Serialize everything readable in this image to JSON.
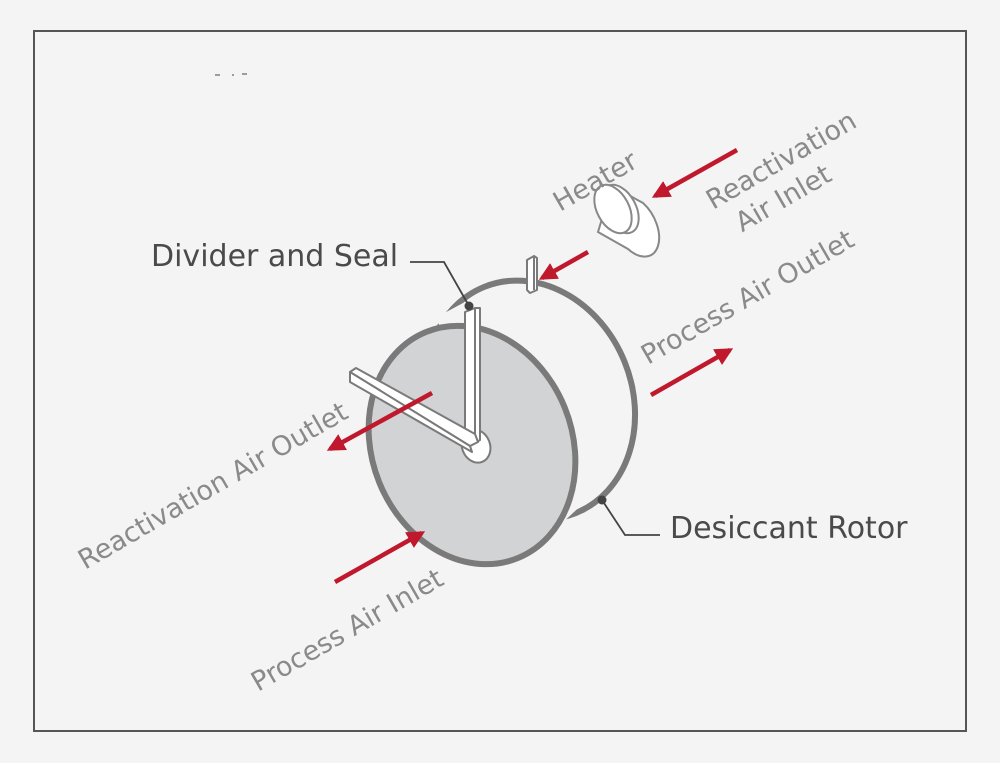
{
  "diagram": {
    "labels": {
      "divider_and_seal": "Divider and Seal",
      "desiccant_rotor": "Desiccant Rotor",
      "heater": "Heater",
      "reactivation_air_inlet_line1": "Reactivation",
      "reactivation_air_inlet_line2": "Air Inlet",
      "process_air_outlet": "Process Air Outlet",
      "reactivation_air_outlet": "Reactivation Air Outlet",
      "process_air_inlet": "Process Air Inlet"
    },
    "colors": {
      "background": "#f4f4f4",
      "frame": "#555555",
      "rotor_edge": "#7a7a7a",
      "rotor_face": "#d2d3d4",
      "arrow": "#c0182c",
      "label_dark": "#4a4a4a",
      "label_grey": "#8a8a8a"
    }
  }
}
